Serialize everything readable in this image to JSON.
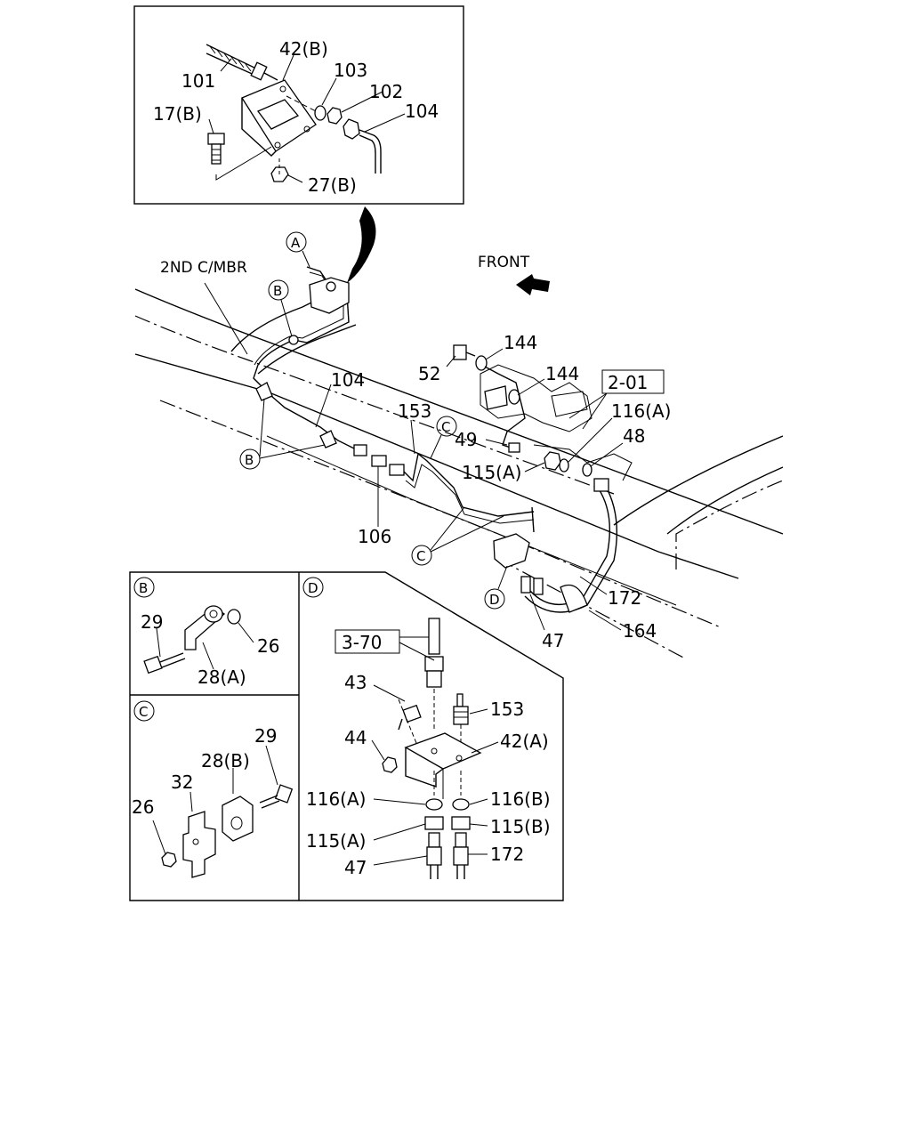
{
  "inset_top": {
    "labels": [
      "42(B)",
      "101",
      "103",
      "102",
      "104",
      "17(B)",
      "27(B)"
    ]
  },
  "main": {
    "front_label": "FRONT",
    "member_label": "2ND C/MBR",
    "callouts": [
      "A",
      "B",
      "B",
      "C",
      "C",
      "D"
    ],
    "part_numbers": [
      "104",
      "153",
      "144",
      "144",
      "52",
      "2-01",
      "116(A)",
      "48",
      "49",
      "115(A)",
      "106",
      "172",
      "164",
      "47"
    ]
  },
  "detail_b": {
    "title": "B",
    "labels": [
      "29",
      "26",
      "28(A)"
    ]
  },
  "detail_c": {
    "title": "C",
    "labels": [
      "29",
      "28(B)",
      "32",
      "26"
    ]
  },
  "detail_d": {
    "title": "D",
    "ref_box": "3-70",
    "labels": [
      "43",
      "153",
      "44",
      "42(A)",
      "116(A)",
      "116(B)",
      "115(A)",
      "115(B)",
      "47",
      "172"
    ]
  }
}
